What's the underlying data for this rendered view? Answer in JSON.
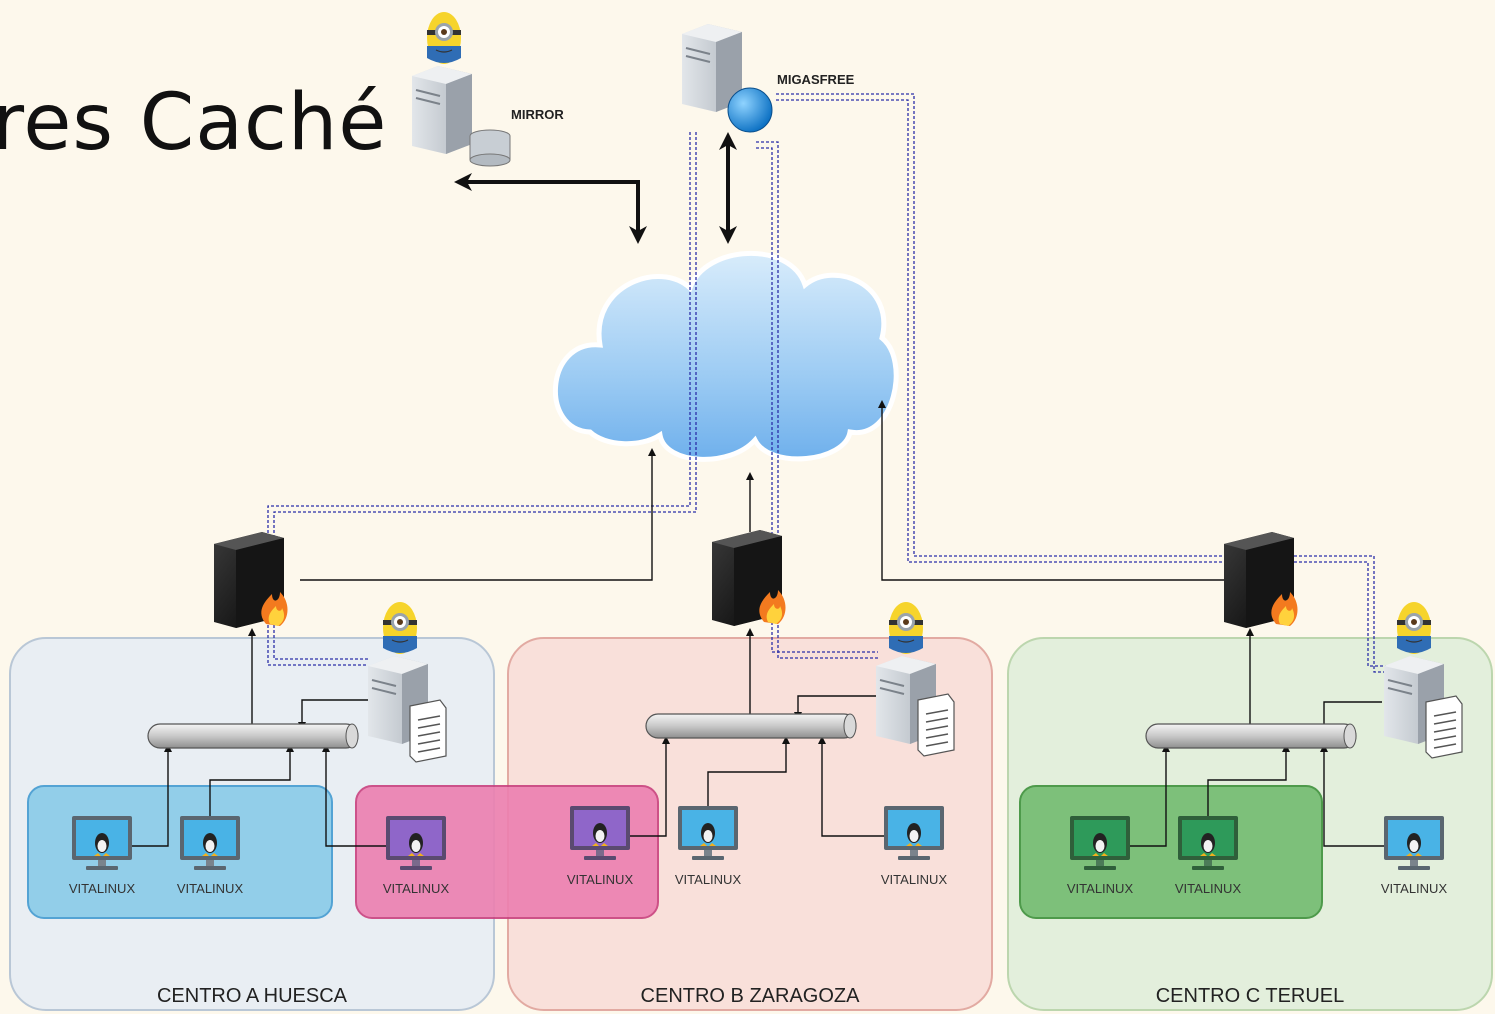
{
  "slide": {
    "title": "res Caché"
  },
  "servers": {
    "mirror": "MIRROR",
    "migasfree": "MIGASFREE"
  },
  "centers": [
    {
      "name": "CENTRO A HUESCA"
    },
    {
      "name": "CENTRO B ZARAGOZA"
    },
    {
      "name": "CENTRO C TERUEL"
    }
  ],
  "clients": {
    "a1": "VITALINUX",
    "a2": "VITALINUX",
    "a3": "VITALINUX",
    "b1": "VITALINUX",
    "b2": "VITALINUX",
    "b3": "VITALINUX",
    "c1": "VITALINUX",
    "c2": "VITALINUX",
    "c3": "VITALINUX"
  },
  "colors": {
    "center_a": "#e9eef3",
    "center_b": "#f9e0da",
    "center_c": "#e3efdc",
    "group_a": "#8ecde9",
    "group_b": "#ec7fb0",
    "group_c": "#7dc07a",
    "cloud": "#9ecbf2",
    "vpn_line": "#2b2ea8"
  },
  "icons": [
    "tux-monitor-icon",
    "firewall-icon",
    "server-icon",
    "cloud-icon",
    "minion-icon",
    "globe-icon",
    "database-icon",
    "switch-bus-icon"
  ]
}
